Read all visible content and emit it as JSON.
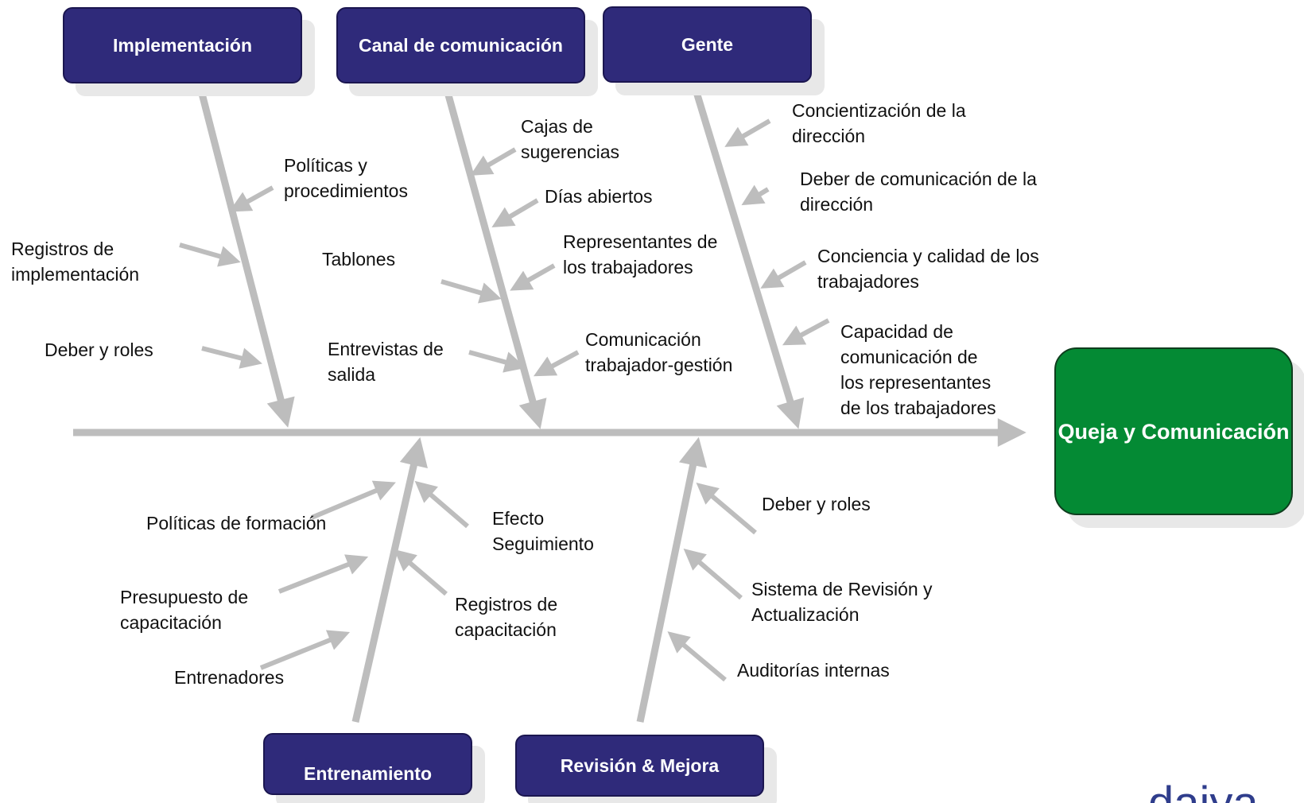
{
  "effect": {
    "label": "Queja y\nComunicación"
  },
  "categories": {
    "implementacion": "Implementación",
    "canal": "Canal de\ncomunicación",
    "gente": "Gente",
    "entrenamiento": "Entrenamiento",
    "revision": "Revisión & Mejora"
  },
  "causes": {
    "implementacion": [
      "Políticas y\nprocedimientos",
      "Registros de\nimplementación",
      "Deber y roles"
    ],
    "canal": [
      "Cajas de\nsugerencias",
      "Días abiertos",
      "Tablones",
      "Representantes de\nlos trabajadores",
      "Entrevistas de\nsalida",
      "Comunicación\ntrabajador-gestión"
    ],
    "gente": [
      "Concientización de la\ndirección",
      "Deber de comunicación de la\ndirección",
      "Conciencia y calidad de los\ntrabajadores",
      "Capacidad de\ncomunicación de\nlos representantes\nde los trabajadores"
    ],
    "entrenamiento": [
      "Políticas de formación",
      "Efecto\nSeguimiento",
      "Presupuesto de\ncapacitación",
      "Registros de\ncapacitación",
      "Entrenadores"
    ],
    "revision": [
      "Deber y roles",
      "Sistema de Revisión y\nActualización",
      "Auditorías internas"
    ]
  },
  "logo": {
    "text": "daiya"
  },
  "colors": {
    "arrow": "#bdbdbd",
    "category": "#2f2a7a",
    "effect": "#048a34"
  }
}
